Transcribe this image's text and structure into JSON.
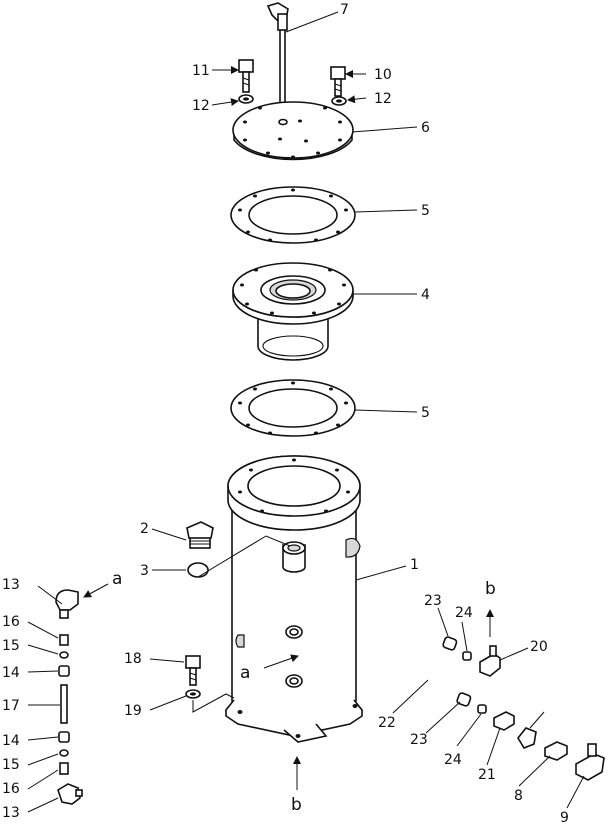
{
  "callouts": [
    {
      "id": "c7",
      "text": "7"
    },
    {
      "id": "c11",
      "text": "11"
    },
    {
      "id": "c10",
      "text": "10"
    },
    {
      "id": "c12a",
      "text": "12"
    },
    {
      "id": "c12b",
      "text": "12"
    },
    {
      "id": "c6",
      "text": "6"
    },
    {
      "id": "c5a",
      "text": "5"
    },
    {
      "id": "c4",
      "text": "4"
    },
    {
      "id": "c5b",
      "text": "5"
    },
    {
      "id": "c2",
      "text": "2"
    },
    {
      "id": "c3",
      "text": "3"
    },
    {
      "id": "c1",
      "text": "1"
    },
    {
      "id": "c13a",
      "text": "13"
    },
    {
      "id": "c16a",
      "text": "16"
    },
    {
      "id": "c15a",
      "text": "15"
    },
    {
      "id": "c14a",
      "text": "14"
    },
    {
      "id": "c17",
      "text": "17"
    },
    {
      "id": "c14b",
      "text": "14"
    },
    {
      "id": "c15b",
      "text": "15"
    },
    {
      "id": "c16b",
      "text": "16"
    },
    {
      "id": "c13b",
      "text": "13"
    },
    {
      "id": "c18",
      "text": "18"
    },
    {
      "id": "c19",
      "text": "19"
    },
    {
      "id": "c23a",
      "text": "23"
    },
    {
      "id": "c24a",
      "text": "24"
    },
    {
      "id": "c20",
      "text": "20"
    },
    {
      "id": "c22",
      "text": "22"
    },
    {
      "id": "c23b",
      "text": "23"
    },
    {
      "id": "c24b",
      "text": "24"
    },
    {
      "id": "c21",
      "text": "21"
    },
    {
      "id": "c8",
      "text": "8"
    },
    {
      "id": "c9",
      "text": "9"
    }
  ],
  "references": [
    {
      "id": "ra1",
      "text": "a"
    },
    {
      "id": "ra2",
      "text": "a"
    },
    {
      "id": "rb1",
      "text": "b"
    },
    {
      "id": "rb2",
      "text": "b"
    }
  ]
}
